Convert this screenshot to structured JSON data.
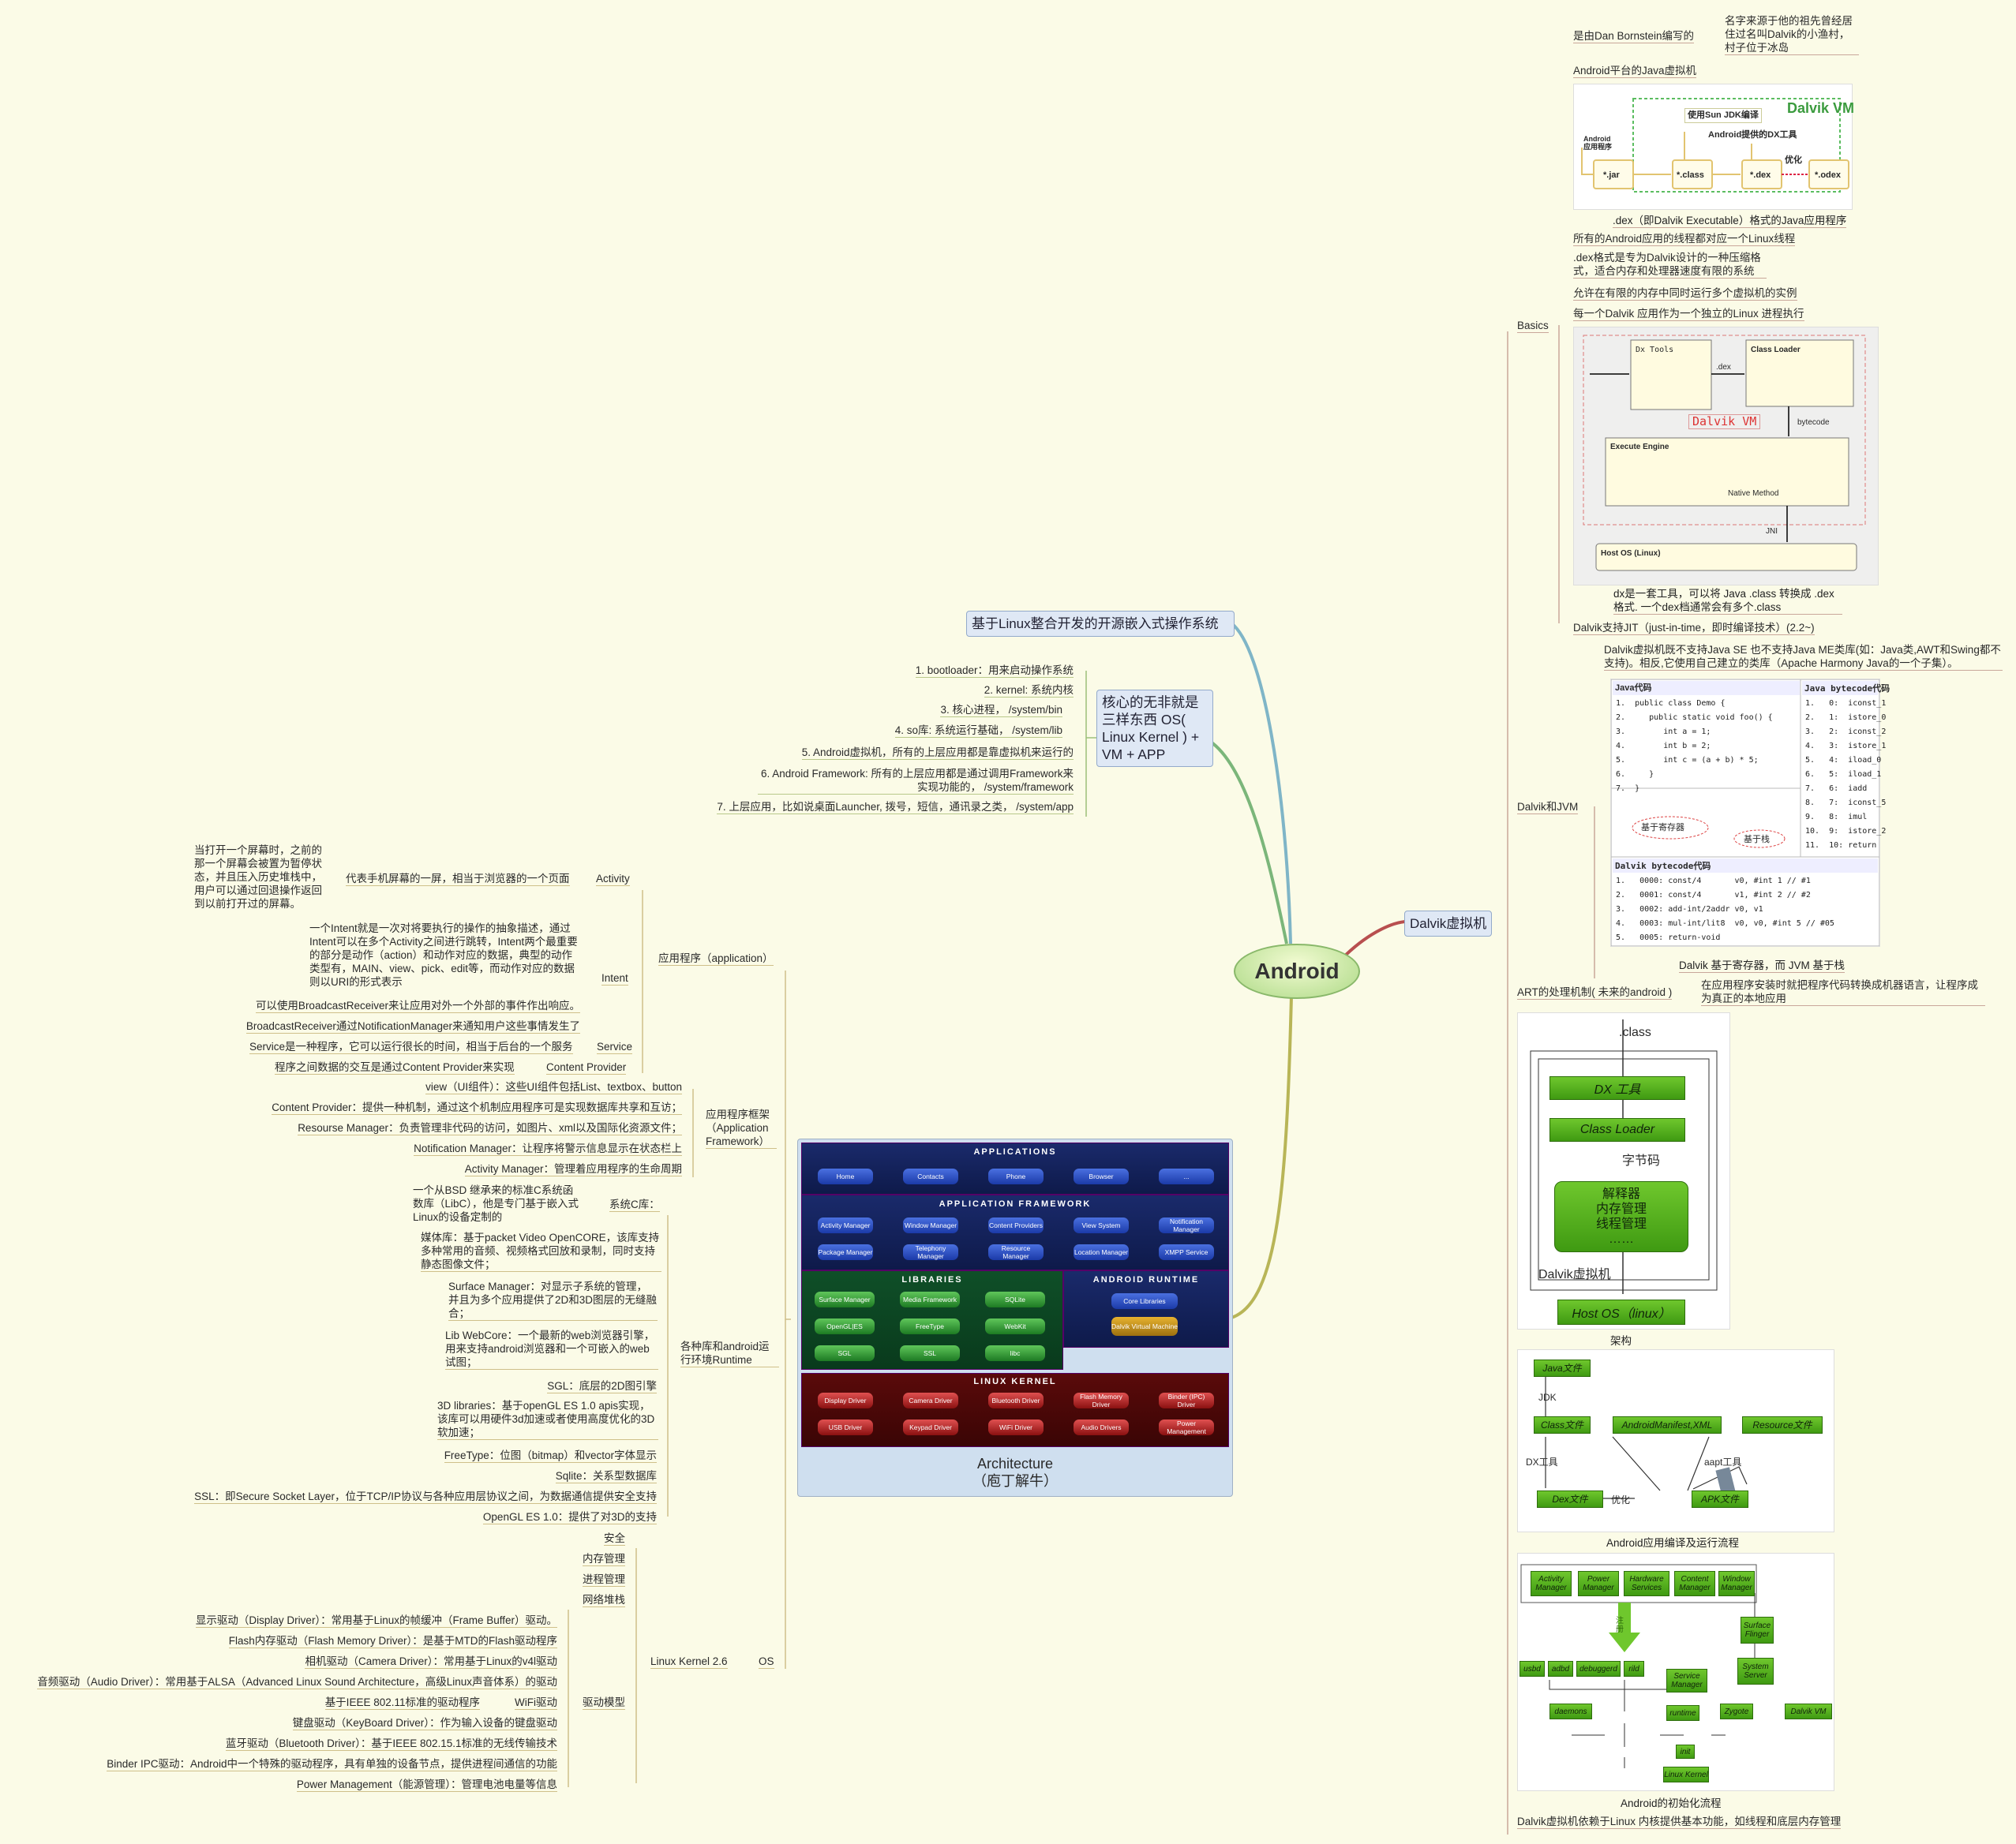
{
  "center": "Android",
  "top_box": "基于Linux整合开发的开源嵌入式操作系统",
  "core": {
    "title": "核心的无非就是三样东西 OS( Linux Kernel ) + VM + APP",
    "items": [
      "1. bootloader：用来启动操作系统",
      "2. kernel: 系统内核",
      "3. 核心进程， /system/bin",
      "4. so库: 系统运行基础， /system/lib",
      "5. Android虚拟机，所有的上层应用都是靠虚拟机来运行的",
      "6. Android Framework: 所有的上层应用都是通过调用Framework来实现功能的， /system/framework",
      "7. 上层应用，比如说桌面Launcher, 拨号，短信，通讯录之类， /system/app"
    ]
  },
  "dalvik": {
    "title": "Dalvik虚拟机",
    "basics_label": "Basics",
    "basics": {
      "author": "是由Dan Bornstein编写的",
      "author_note": "名字来源于他的祖先曾经居住过名叫Dalvik的小渔村，村子位于冰岛",
      "java_vm": "Android平台的Java虚拟机",
      "dex_caption": ".dex（即Dalvik Executable）格式的Java应用程序",
      "thread": "所有的Android应用的线程都对应一个Linux线程",
      "dex_format": ".dex格式是专为Dalvik设计的一种压缩格式，适合内存和处理器速度有限的系统",
      "multi": "允许在有限的内存中同时运行多个虚拟机的实例",
      "process": "每一个Dalvik 应用作为一个独立的Linux 进程执行",
      "dx_caption": "dx是一套工具，可以将 Java .class 转换成 .dex 格式. 一个dex档通常会有多个.class",
      "jit": "Dalvik支持JIT（just-in-time，即时编译技术）(2.2~)"
    },
    "dexvm": {
      "title": "Dalvik VM",
      "jdk": "使用Sun JDK编译",
      "dx": "Android提供的DX工具",
      "app": "Android应用程序",
      "opt": "优化",
      "jar": "*.jar",
      "class": "*.class",
      "dex": "*.dex",
      "odex": "*.odex"
    },
    "vmdiag": {
      "dx_tools": "Dx Tools",
      "class_loader": "Class Loader",
      "dex": ".dex",
      "title": "Dalvik VM",
      "bytecode": "bytecode",
      "engine": "Execute Engine",
      "native": "Native Method",
      "jni": "JNI",
      "host": "Host OS (Linux)"
    },
    "jvm_label": "Dalvik和JVM",
    "jvm_note": "Dalvik虚拟机既不支持Java SE 也不支持Java ME类库(如：Java类,AWT和Swing都不支持)。相反,它使用自己建立的类库（Apache Harmony Java的一个子集）。",
    "code": {
      "java_title": "Java代码",
      "java_lines": [
        "1.  public class Demo {",
        "2.     public static void foo() {",
        "3.        int a = 1;",
        "4.        int b = 2;",
        "5.        int c = (a + b) * 5;",
        "6.     }",
        "7.  }"
      ],
      "jbc_title": "Java bytecode代码",
      "jbc_lines": [
        "1.   0:  iconst_1",
        "2.   1:  istore_0",
        "3.   2:  iconst_2",
        "4.   3:  istore_1",
        "5.   4:  iload_0",
        "6.   5:  iload_1",
        "7.   6:  iadd",
        "8.   7:  iconst_5",
        "9.   8:  imul",
        "10.  9:  istore_2",
        "11.  10: return"
      ],
      "reg": "基于寄存器",
      "stack": "基于栈",
      "dbc_title": "Dalvik bytecode代码",
      "dbc_lines": [
        "1.   0000: const/4       v0, #int 1 // #1",
        "2.   0001: const/4       v1, #int 2 // #2",
        "3.   0002: add-int/2addr v0, v1",
        "4.   0003: mul-int/lit8  v0, v0, #int 5 // #05",
        "5.   0005: return-void"
      ]
    },
    "code_caption": "Dalvik 基于寄存器，而 JVM 基于栈",
    "art_label": "ART的处理机制( 未来的android )",
    "art_note": "在应用程序安装时就把程序代码转换成机器语言，让程序成为真正的本地应用",
    "arch2": {
      "class": ".class",
      "dx": "DX 工具",
      "loader": "Class  Loader",
      "bytes": "字节码",
      "interp": "解释器",
      "mem": "内存管理",
      "thread": "线程管理",
      "dots": "……",
      "vm": "Dalvik虚拟机",
      "host": "Host  OS（linux）"
    },
    "arch2_caption": "架构",
    "build": {
      "java": "Java文件",
      "jdk": "JDK",
      "class": "Class文件",
      "manifest": "AndroidManifest,XML",
      "resource": "Resource文件",
      "dx": "DX工具",
      "aapt": "aapt工具",
      "dex": "Dex文件",
      "opt": "优化",
      "apk": "APK文件"
    },
    "build_caption": "Android应用编译及运行流程",
    "init": {
      "top": [
        "Activity Manager",
        "Power Manager",
        "Hardware Services",
        "Content Manager",
        "Window Manager"
      ],
      "register": "注册",
      "surface": "Surface Flinger",
      "system_server": "System Server",
      "usbd": "usbd",
      "adbd": "adbd",
      "debuggerd": "debuggerd",
      "rild": "rild",
      "service_manager": "Service Manager",
      "daemons": "daemons",
      "runtime": "runtime",
      "zygote": "Zygote",
      "dalvik": "Dalvik VM",
      "init": "init",
      "kernel": "Linux Kernel"
    },
    "init_caption": "Android的初始化流程",
    "depends": "Dalvik虚拟机依赖于Linux 内核提供基本功能，如线程和底层内存管理"
  },
  "app": {
    "label": "应用程序（application）",
    "activity": "Activity",
    "activity_desc": "代表手机屏幕的一屏，相当于浏览器的一个页面",
    "activity_note": "当打开一个屏幕时，之前的那一个屏幕会被置为暂停状态，并且压入历史堆栈中，用户可以通过回退操作返回到以前打开过的屏幕。",
    "intent": "Intent",
    "intent_note": "一个Intent就是一次对将要执行的操作的抽象描述，通过Intent可以在多个Activity之间进行跳转，Intent两个最重要的部分是动作（action）和动作对应的数据，典型的动作类型有，MAIN、view、pick、edit等，而动作对应的数据则以URI的形式表示",
    "broadcast1": "可以使用BroadcastReceiver来让应用对外一个外部的事件作出响应。",
    "broadcast2": "BroadcastReceiver通过NotificationManager来通知用户这些事情发生了",
    "service": "Service",
    "service_desc": "Service是一种程序，它可以运行很长的时间，相当于后台的一个服务",
    "provider": "Content Provider",
    "provider_desc": "程序之间数据的交互是通过Content Provider来实现"
  },
  "framework": {
    "label": "应用程序框架（Application Framework）",
    "items": [
      "view（UI组件）：这些UI组件包括List、textbox、button",
      "Content Provider：提供一种机制，通过这个机制应用程序可是实现数据库共享和互访；",
      "Resourse Manager：负责管理非代码的访问，如图片、xml以及国际化资源文件；",
      "Notification Manager：让程序将警示信息显示在状态栏上",
      "Activity Manager：管理着应用程序的生命周期"
    ]
  },
  "libs": {
    "label": "各种库和android运行环境Runtime",
    "libc_label": "系统C库：",
    "libc_desc": "一个从BSD 继承来的标准C系统函数库（LibC），他是专门基于嵌入式Linux的设备定制的",
    "media": "媒体库：基于packet Video OpenCORE，该库支持多种常用的音频、视频格式回放和录制，同时支持静态图像文件；",
    "surface": "Surface Manager：对显示子系统的管理，并且为多个应用提供了2D和3D图层的无缝融合；",
    "webcore": "Lib WebCore：一个最新的web浏览器引擎，     用来支持android浏览器和一个可嵌入的web试图；",
    "sgl": "SGL：底层的2D图引擎",
    "3d": "3D libraries：基于openGL ES 1.0 apis实现，该库可以用硬件3d加速或者使用高度优化的3D软加速；",
    "freetype": "FreeType：位图（bitmap）和vector字体显示",
    "sqlite": "Sqlite：关系型数据库",
    "ssl": "SSL：即Secure Socket Layer，位于TCP/IP协议与各种应用层协议之间，为数据通信提供安全支持",
    "opengl": "OpenGL ES 1.0：提供了对3D的支持"
  },
  "os": {
    "label": "OS",
    "kernel": "Linux Kernel 2.6",
    "items": [
      "安全",
      "内存管理",
      "进程管理",
      "网络堆栈"
    ],
    "driver_label": "驱动模型",
    "drivers": [
      "显示驱动（Display Driver）：常用基于Linux的帧缓冲（Frame Buffer）驱动。",
      "Flash内存驱动（Flash Memory Driver）：是基于MTD的Flash驱动程序",
      "相机驱动（Camera Driver）：常用基于Linux的v4l驱动",
      "音频驱动（Audio Driver）：常用基于ALSA（Advanced Linux Sound Architecture，高级Linux声音体系）的驱动",
      "基于IEEE 802.11标准的驱动程序",
      "键盘驱动（KeyBoard Driver）：作为输入设备的键盘驱动",
      "蓝牙驱动（Bluetooth Driver）：基于IEEE 802.15.1标准的无线传输技术",
      "Binder IPC驱动：Android中一个特殊的驱动程序，具有单独的设备节点，提供进程间通信的功能",
      "Power Management（能源管理）：管理电池电量等信息"
    ],
    "wifi": "WiFi驱动"
  },
  "architecture": {
    "caption1": "Architecture",
    "caption2": "（庖丁解牛）",
    "applications": "Applications",
    "apps": [
      "Home",
      "Contacts",
      "Phone",
      "Browser",
      "..."
    ],
    "framework": "Application Framework",
    "fw": [
      "Activity Manager",
      "Window Manager",
      "Content Providers",
      "View System",
      "Notification Manager",
      "Package Manager",
      "Telephony Manager",
      "Resource Manager",
      "Location Manager",
      "XMPP Service"
    ],
    "libraries": "Libraries",
    "libs": [
      "Surface Manager",
      "Media Framework",
      "SQLite",
      "OpenGL|ES",
      "FreeType",
      "WebKit",
      "SGL",
      "SSL",
      "libc"
    ],
    "runtime": "Android Runtime",
    "rt": [
      "Core Libraries",
      "Dalvik Virtual Machine"
    ],
    "kernel": "Linux Kernel",
    "kn": [
      "Display Driver",
      "Camera Driver",
      "Bluetooth Driver",
      "Flash Memory Driver",
      "Binder (IPC) Driver",
      "USB Driver",
      "Keypad Driver",
      "WiFi Driver",
      "Audio Drivers",
      "Power Management"
    ]
  },
  "colors": {
    "background": "#fbfbe7",
    "hub": "#bfe29a",
    "box": "#dfe8f5"
  }
}
